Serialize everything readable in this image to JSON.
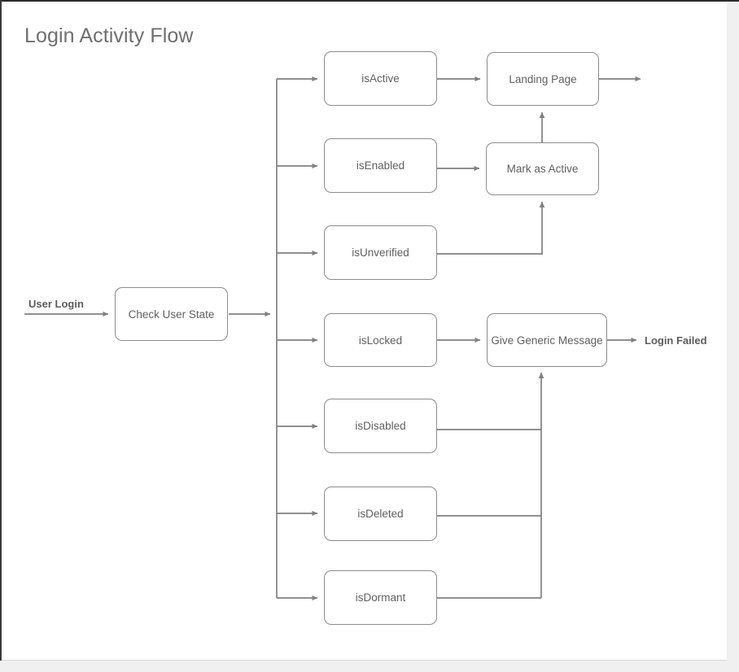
{
  "diagram": {
    "title": "Login Activity Flow",
    "type": "flowchart",
    "colors": {
      "node_border": "#8c8c8c",
      "node_fill": "#ffffff",
      "node_text": "#5f5f5f",
      "edge_stroke": "#808080",
      "title_text": "#6f6f6f",
      "label_text": "#5c5c5c",
      "page_background": "#ffffff",
      "frame_gray": "#f0f0f0"
    },
    "labels": {
      "user_login": "User Login",
      "login_failed": "Login Failed"
    },
    "nodes": {
      "check_user_state": "Check User State",
      "is_active": "isActive",
      "is_enabled": "isEnabled",
      "is_unverified": "isUnverified",
      "is_locked": "isLocked",
      "is_disabled": "isDisabled",
      "is_deleted": "isDeleted",
      "is_dormant": "isDormant",
      "landing_page": "Landing Page",
      "mark_as_active": "Mark as Active",
      "give_generic_message": "Give Generic Message"
    },
    "edges": [
      {
        "from": "User Login",
        "to": "Check User State"
      },
      {
        "from": "Check User State",
        "to": "isActive"
      },
      {
        "from": "Check User State",
        "to": "isEnabled"
      },
      {
        "from": "Check User State",
        "to": "isUnverified"
      },
      {
        "from": "Check User State",
        "to": "isLocked"
      },
      {
        "from": "Check User State",
        "to": "isDisabled"
      },
      {
        "from": "Check User State",
        "to": "isDeleted"
      },
      {
        "from": "Check User State",
        "to": "isDormant"
      },
      {
        "from": "isActive",
        "to": "Landing Page"
      },
      {
        "from": "isEnabled",
        "to": "Mark as Active"
      },
      {
        "from": "isUnverified",
        "to": "Mark as Active"
      },
      {
        "from": "Mark as Active",
        "to": "Landing Page"
      },
      {
        "from": "Landing Page",
        "to": ""
      },
      {
        "from": "isLocked",
        "to": "Give Generic Message"
      },
      {
        "from": "isDisabled",
        "to": "Give Generic Message"
      },
      {
        "from": "isDeleted",
        "to": "Give Generic Message"
      },
      {
        "from": "isDormant",
        "to": "Give Generic Message"
      },
      {
        "from": "Give Generic Message",
        "to": "Login Failed"
      }
    ]
  }
}
